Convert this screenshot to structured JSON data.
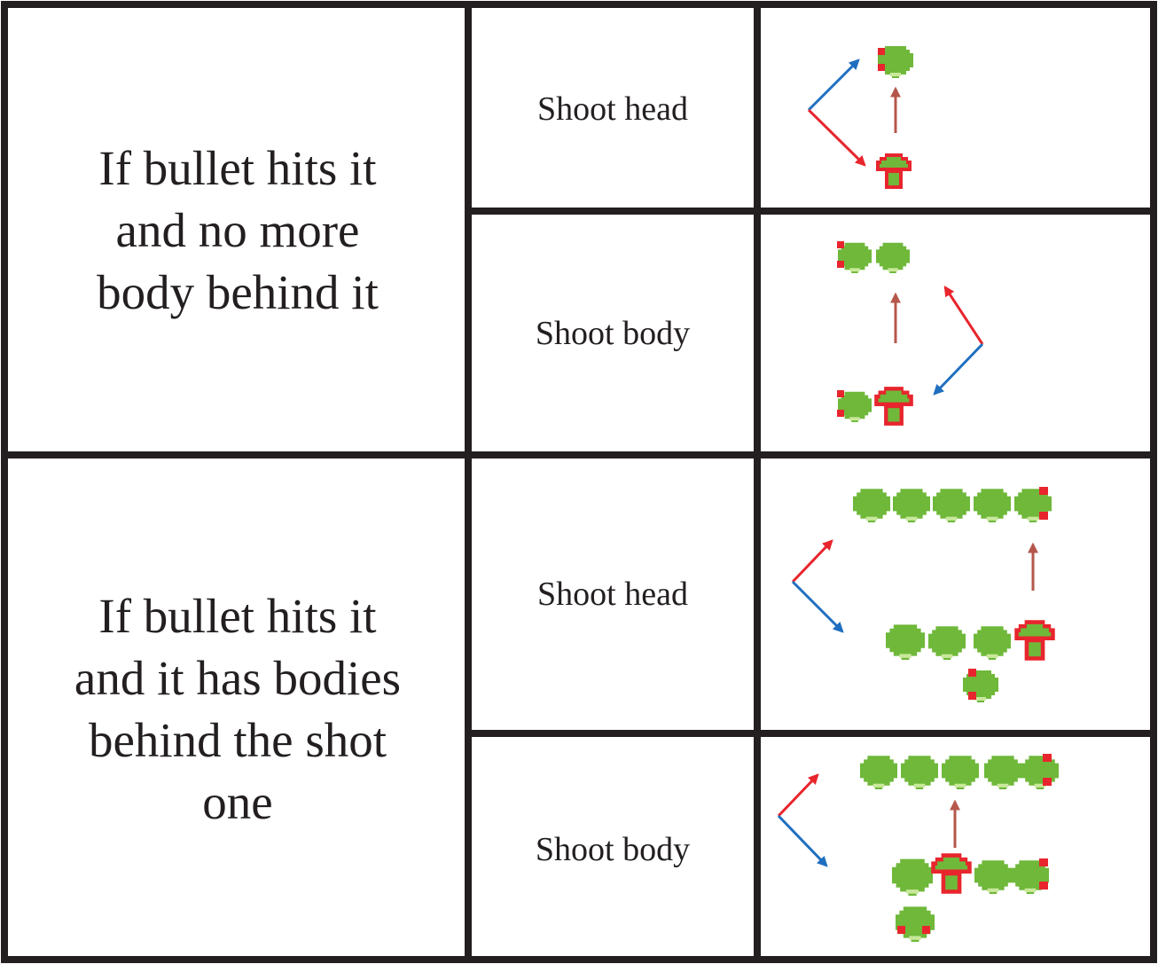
{
  "rows": [
    {
      "condition_lines": [
        "If bullet hits it",
        "and no more",
        "body behind it"
      ],
      "actions": [
        "Shoot head",
        "Shoot body"
      ]
    },
    {
      "condition_lines": [
        "If bullet hits it",
        "and it has bodies",
        "behind the shot",
        "one"
      ],
      "actions": [
        "Shoot head",
        "Shoot body"
      ]
    }
  ],
  "colors": {
    "grid": "#231f20",
    "segment_green": "#6fb83a",
    "segment_red": "#e8252d",
    "mushroom_red": "#e8252d",
    "arrow_red": "#e8252d",
    "arrow_blue": "#1f6fc0",
    "arrow_brown": "#b5574b"
  },
  "icons": {
    "segment": "centipede-segment-icon",
    "mushroom": "mushroom-icon"
  }
}
